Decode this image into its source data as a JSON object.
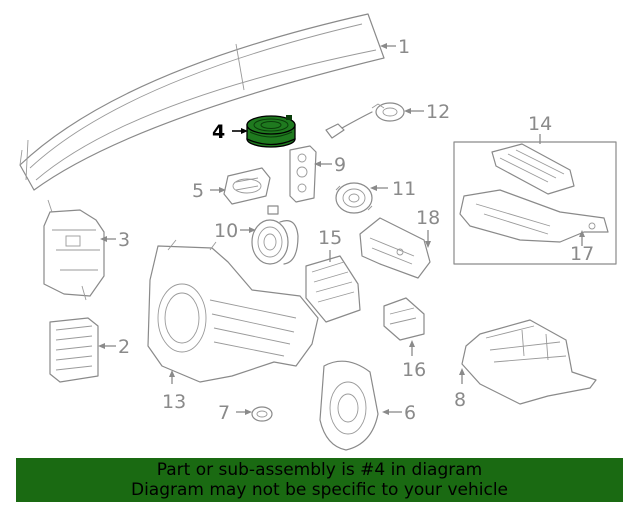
{
  "callouts": {
    "c1": "1",
    "c2": "2",
    "c3": "3",
    "c4": "4",
    "c5": "5",
    "c6": "6",
    "c7": "7",
    "c8": "8",
    "c9": "9",
    "c10": "10",
    "c11": "11",
    "c12": "12",
    "c13": "13",
    "c14": "14",
    "c15": "15",
    "c16": "16",
    "c17": "17",
    "c18": "18"
  },
  "highlighted_part": "4",
  "colors": {
    "highlight_fill": "#1f7a1f",
    "banner_bg": "#1a6a12",
    "line_gray": "#8a8a8a"
  },
  "banner": {
    "line1": "Part or sub-assembly is #4 in diagram",
    "line2": "Diagram may not be specific to your vehicle"
  }
}
